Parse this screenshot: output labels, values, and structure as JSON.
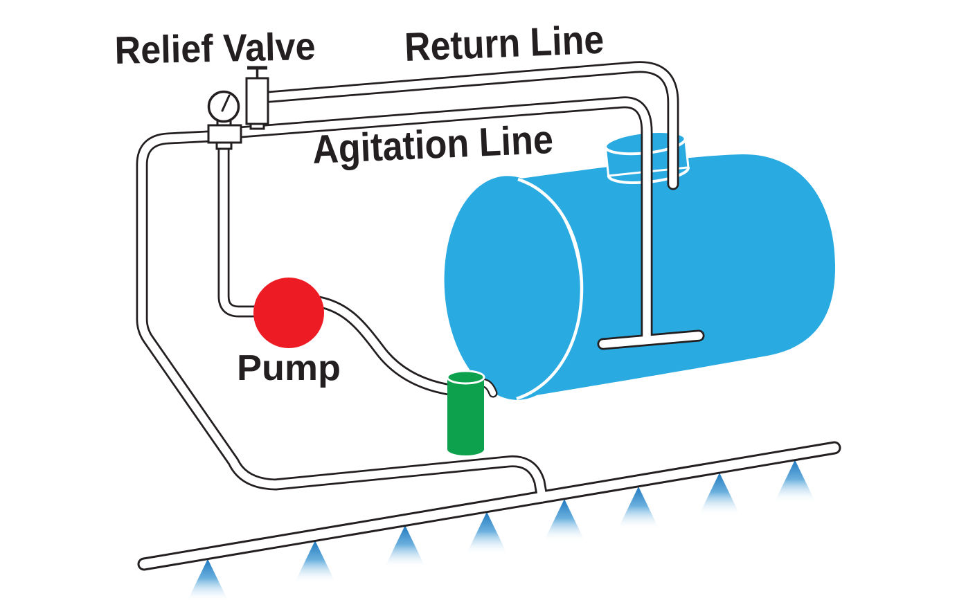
{
  "diagram": {
    "labels": {
      "relief_valve": "Relief Valve",
      "return_line": "Return Line",
      "agitation_line": "Agitation Line",
      "pump": "Pump"
    },
    "spray_nozzle_count": 8,
    "colors": {
      "outline": "#231F20",
      "tank_blue": "#29ABE2",
      "pump_red": "#ED1C24",
      "strainer_green": "#0DA14E",
      "spray_dark_blue": "#1C76BD",
      "spray_light_blue": "#5AA7DA",
      "background": "#FFFFFF",
      "label_text": "#231F20"
    }
  }
}
